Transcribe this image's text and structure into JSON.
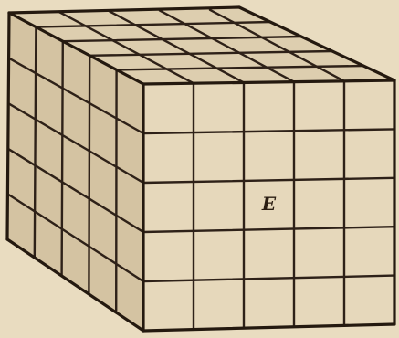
{
  "diagram": {
    "grid": {
      "columns": 5,
      "rows": 5,
      "depth": 5
    },
    "cell_label": {
      "text": "E",
      "column": 3,
      "row": 3
    },
    "colors": {
      "paper": "#e9dcc0",
      "front_face": "#e6d8bb",
      "top_face": "#ddceaf",
      "side_face": "#d4c3a2",
      "ink": "#2e2118"
    }
  }
}
